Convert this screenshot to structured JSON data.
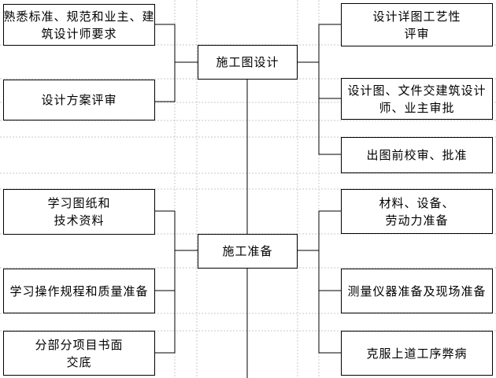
{
  "diagram": {
    "center_top": {
      "lines": [
        "施工图设计"
      ]
    },
    "center_bottom": {
      "lines": [
        "施工准备"
      ]
    },
    "left": [
      {
        "lines": [
          "熟悉标准、规范和业主、建",
          "筑设计师要求"
        ]
      },
      {
        "lines": [
          "设计方案评审"
        ]
      },
      {
        "lines": [
          "学习图纸和",
          "技术资料"
        ]
      },
      {
        "lines": [
          "学习操作规程和质量准备"
        ]
      },
      {
        "lines": [
          "分部分项目书面",
          "交底"
        ]
      }
    ],
    "right": [
      {
        "lines": [
          "设计详图工艺性",
          "评审"
        ]
      },
      {
        "lines": [
          "设计图、文件交建筑设计",
          "师、业主审批"
        ]
      },
      {
        "lines": [
          "出图前校审、批准"
        ]
      },
      {
        "lines": [
          "材料、设备、",
          "劳动力准备"
        ]
      },
      {
        "lines": [
          "测量仪器准备及现场准备"
        ]
      },
      {
        "lines": [
          "克服上道工序弊病"
        ]
      }
    ]
  }
}
